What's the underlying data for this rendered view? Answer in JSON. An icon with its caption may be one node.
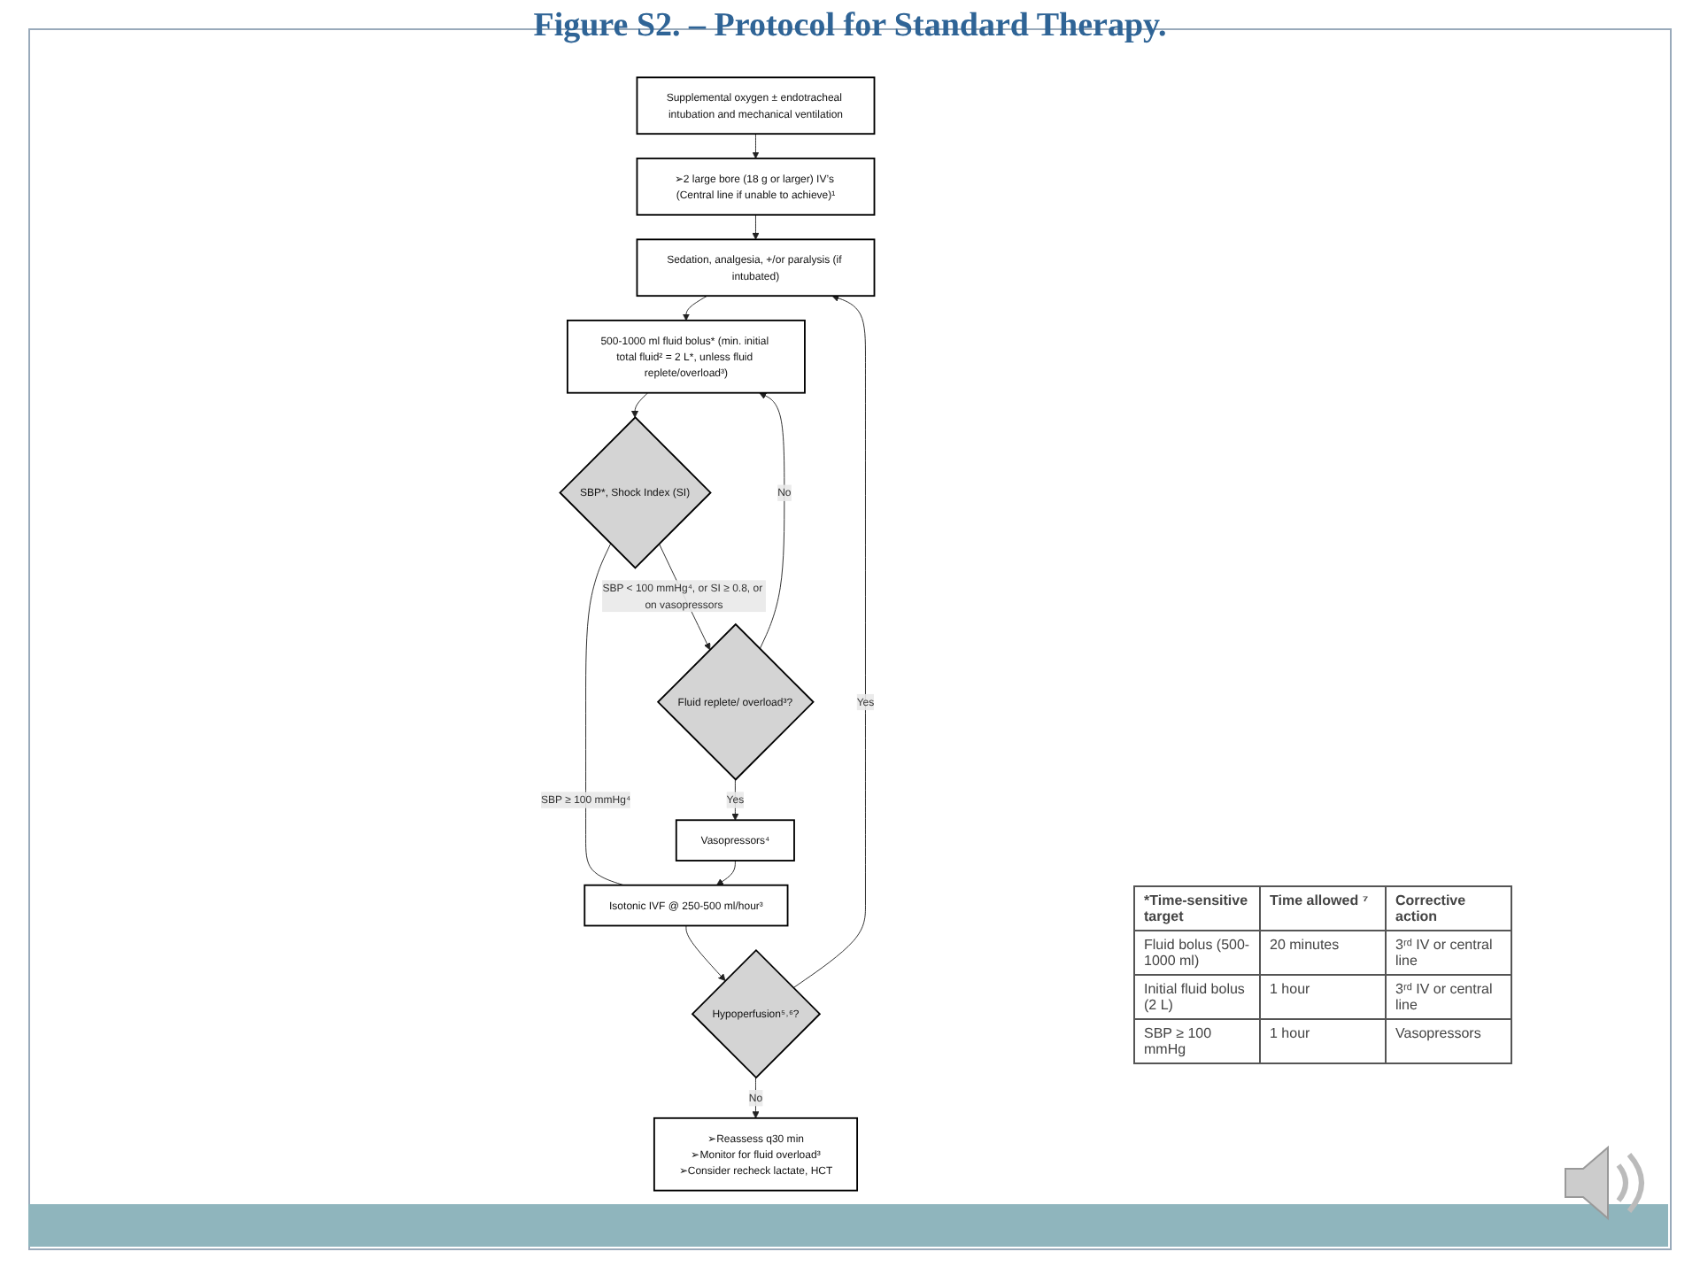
{
  "diagram": {
    "title": "Figure S2. – Protocol for Standard Therapy.",
    "nodes": [
      {
        "text": [
          "Supplemental oxygen ± endotracheal intubation and mechanical ventilation"
        ]
      },
      {
        "text": [
          "➢2 large bore (18 g or larger) IV’s (Central line if unable to achieve)¹"
        ]
      },
      {
        "text": [
          "Sedation, analgesia, +/or paralysis (if intubated)"
        ]
      },
      {
        "text": [
          "500-1000 ml fluid bolus* (min. initial total fluid² = 2 L*, unless fluid replete/overload³)"
        ]
      },
      {
        "text": [
          "SBP*, Shock Index (SI)"
        ]
      },
      {
        "text": [
          "Fluid replete/ overload³?"
        ]
      },
      {
        "text": [
          "Vasopressors⁴"
        ]
      },
      {
        "text": [
          "Isotonic IVF @ 250-500 ml/hour³"
        ]
      },
      {
        "text": [
          "Hypoperfusion⁵˒⁶?"
        ]
      },
      {
        "text": [
          "➢Reassess q30 min",
          "➢Monitor for fluid overload³",
          "➢Consider recheck lactate, HCT"
        ]
      }
    ],
    "edges": [
      {
        "from": 0,
        "to": 1,
        "arrow": "to"
      },
      {
        "from": 1,
        "to": 2,
        "arrow": "to"
      },
      {
        "from": 2,
        "to": 3,
        "arrow": "to"
      },
      {
        "from": 3,
        "to": 4,
        "arrow": "to"
      },
      {
        "from": 4,
        "to": 5,
        "arrow": "to",
        "label": "SBP < 100 mmHg⁴, or SI ≥ 0.8, or on vasopressors"
      },
      {
        "from": 5,
        "to": 3,
        "arrow": "to",
        "label": "No"
      },
      {
        "from": 5,
        "to": 6,
        "arrow": "to",
        "label": "Yes"
      },
      {
        "from": 4,
        "to": 7,
        "arrow": "none",
        "label": "SBP ≥ 100 mmHg⁴"
      },
      {
        "from": 6,
        "to": 7,
        "arrow": "to"
      },
      {
        "from": 7,
        "to": 8,
        "arrow": "to"
      },
      {
        "from": 8,
        "to": 2,
        "arrow": "to",
        "label": "Yes"
      },
      {
        "from": 8,
        "to": 9,
        "arrow": "to",
        "label": "No"
      }
    ],
    "labels": [
      "*Time-sensitive target",
      "Time allowed ⁷",
      "Corrective action",
      "Fluid bolus (500-1000 ml)",
      "20 minutes",
      "3ʳᵈ IV or central line",
      "Initial fluid bolus (2 L)",
      "1 hour",
      "3ʳᵈ IV or central line",
      "SBP ≥ 100 mmHg",
      "1 hour",
      "Vasopressors"
    ]
  }
}
